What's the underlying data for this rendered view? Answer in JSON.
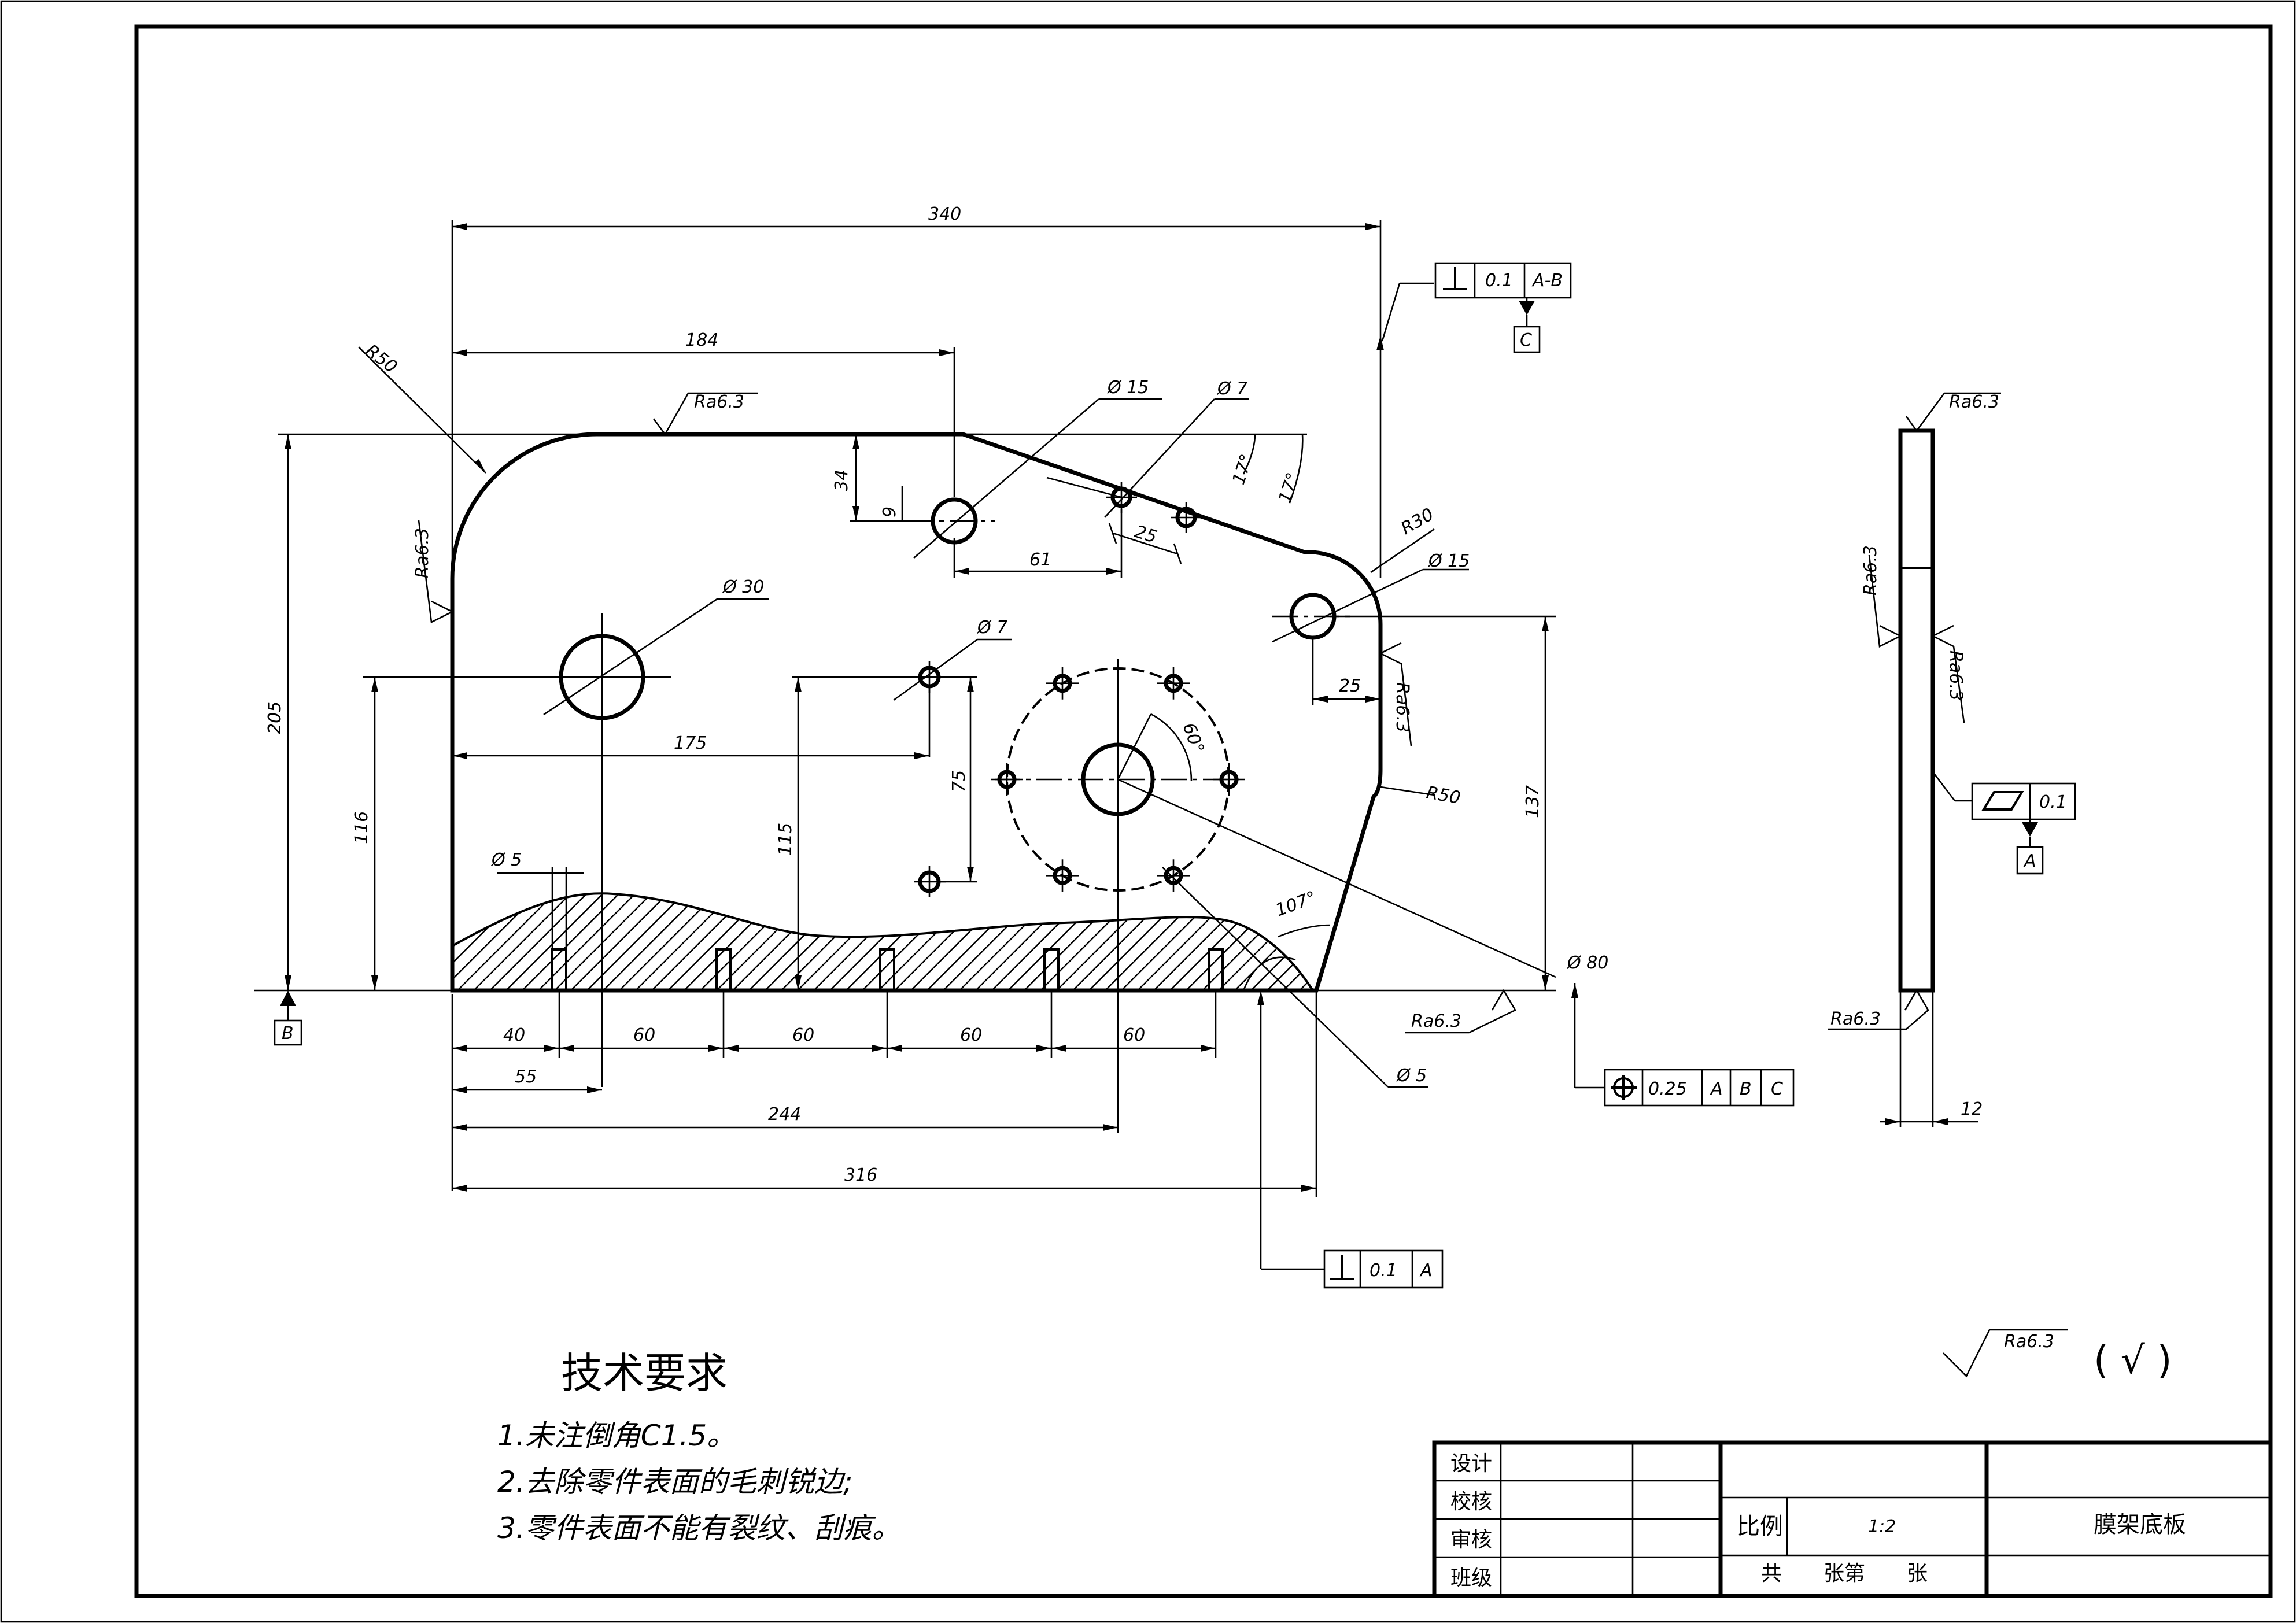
{
  "dims": {
    "w340": "340",
    "w184": "184",
    "r50a": "R50",
    "phi15a": "Ø 15",
    "phi7a": "Ø 7",
    "d34": "34",
    "d9": "9",
    "d25a": "25",
    "d61": "61",
    "a17a": "17°",
    "a17b": "17°",
    "r30": "R30",
    "phi15b": "Ø 15",
    "phi30": "Ø 30",
    "phi7b": "Ø 7",
    "d25b": "25",
    "d205": "205",
    "d116": "116",
    "d175": "175",
    "d75": "75",
    "d115": "115",
    "a60": "60°",
    "r50b": "R50",
    "d137": "137",
    "phi5a": "Ø 5",
    "a107": "107°",
    "phi80": "Ø 80",
    "phi5b": "Ø 5",
    "b40": "40",
    "b60a": "60",
    "b60b": "60",
    "b60c": "60",
    "b60d": "60",
    "b55": "55",
    "b244": "244",
    "b316": "316",
    "s12": "12"
  },
  "roughness": {
    "top": "Ra6.3",
    "left": "Ra6.3",
    "right": "Ra6.3",
    "bottom": "Ra6.3",
    "side_top": "Ra6.3",
    "side_left": "Ra6.3",
    "side_right": "Ra6.3",
    "side_bottom": "Ra6.3",
    "general": "Ra6.3"
  },
  "tolerances": {
    "perp_top": {
      "value": "0.1",
      "datum": "A-B",
      "sub_datum": "C"
    },
    "position": {
      "value": "0.25",
      "d1": "A",
      "d2": "B",
      "d3": "C"
    },
    "perp_bottom": {
      "value": "0.1",
      "datum": "A"
    },
    "flatness": {
      "value": "0.1",
      "datum": "A"
    },
    "datum_b": "B"
  },
  "requirements": {
    "title": "技术要求",
    "items": [
      "1.未注倒角C1.5。",
      "2.去除零件表面的毛刺锐边;",
      "3.零件表面不能有裂纹、刮痕。"
    ]
  },
  "general_roughness_mark": "( √ )",
  "title_block": {
    "roles": [
      "设计",
      "校核",
      "审核",
      "班级"
    ],
    "scale_label": "比例",
    "scale_value": "1:2",
    "sheets": "共　　张第　　张",
    "part_name": "膜架底板"
  }
}
